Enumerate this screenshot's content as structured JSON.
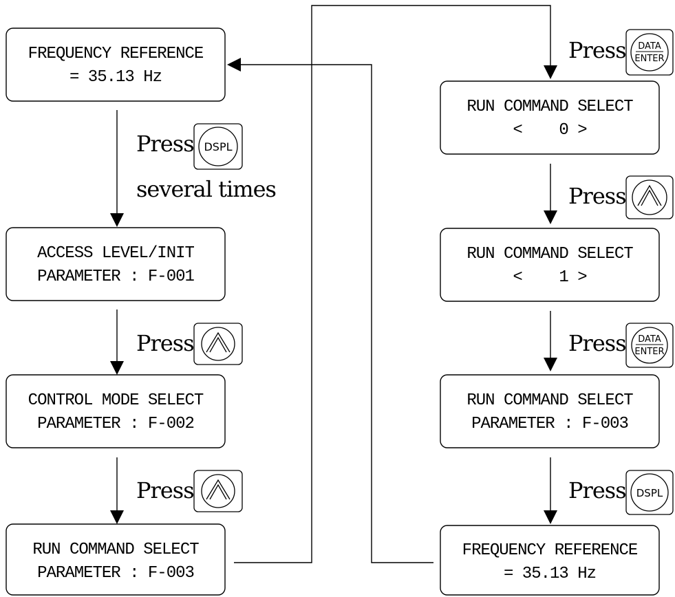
{
  "left_column": {
    "box1": {
      "line1": "FREQUENCY REFERENCE",
      "line2": "= 35.13 Hz"
    },
    "step1": {
      "press": "Press",
      "key": "DSPL",
      "note": "several times"
    },
    "box2": {
      "line1": "ACCESS LEVEL/INIT",
      "line2": "PARAMETER : F-001"
    },
    "step2": {
      "press": "Press",
      "key": "up-arrow"
    },
    "box3": {
      "line1": "CONTROL MODE SELECT",
      "line2": "PARAMETER : F-002"
    },
    "step3": {
      "press": "Press",
      "key": "up-arrow"
    },
    "box4": {
      "line1": "RUN COMMAND SELECT",
      "line2": "PARAMETER : F-003"
    }
  },
  "right_column": {
    "step1": {
      "press": "Press",
      "key_line1": "DATA",
      "key_line2": "ENTER"
    },
    "box1": {
      "line1": "RUN COMMAND SELECT",
      "line2": "<    0 >"
    },
    "step2": {
      "press": "Press",
      "key": "up-arrow"
    },
    "box2": {
      "line1": "RUN COMMAND SELECT",
      "line2": "<    1 >"
    },
    "step3": {
      "press": "Press",
      "key_line1": "DATA",
      "key_line2": "ENTER"
    },
    "box3": {
      "line1": "RUN COMMAND SELECT",
      "line2": "PARAMETER : F-003"
    },
    "step4": {
      "press": "Press",
      "key": "DSPL"
    },
    "box4": {
      "line1": "FREQUENCY REFERENCE",
      "line2": "= 35.13 Hz"
    }
  }
}
